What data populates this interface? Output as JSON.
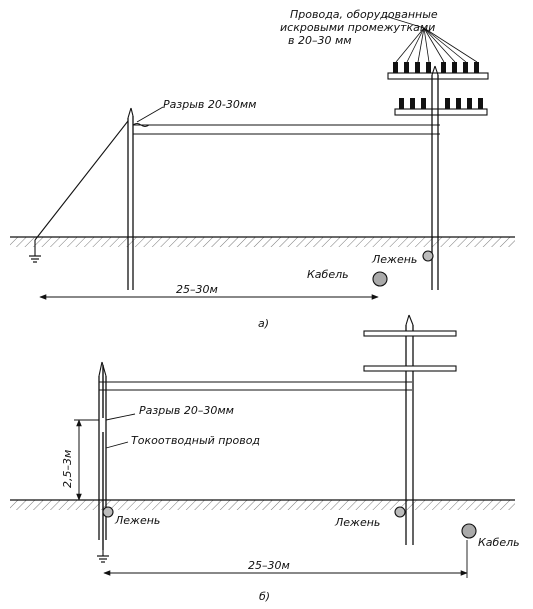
{
  "figure_a": {
    "insulator_note_line1": "Провода, оборудованные",
    "insulator_note_line2": "искровыми промежутками",
    "insulator_note_line3": "в 20–30 мм",
    "gap_label": "Разрыв 20-30мм",
    "cable_label": "Кабель",
    "sleeper_label": "Лежень",
    "distance_label": "25–30м",
    "caption": "а)"
  },
  "figure_b": {
    "height_label": "2,5–3м",
    "gap_label": "Разрыв 20–30мм",
    "conductor_label": "Токоотводный провод",
    "sleeper_left_label": "Лежень",
    "sleeper_right_label": "Лежень",
    "cable_label": "Кабель",
    "distance_label": "25–30м",
    "caption": "б)"
  }
}
